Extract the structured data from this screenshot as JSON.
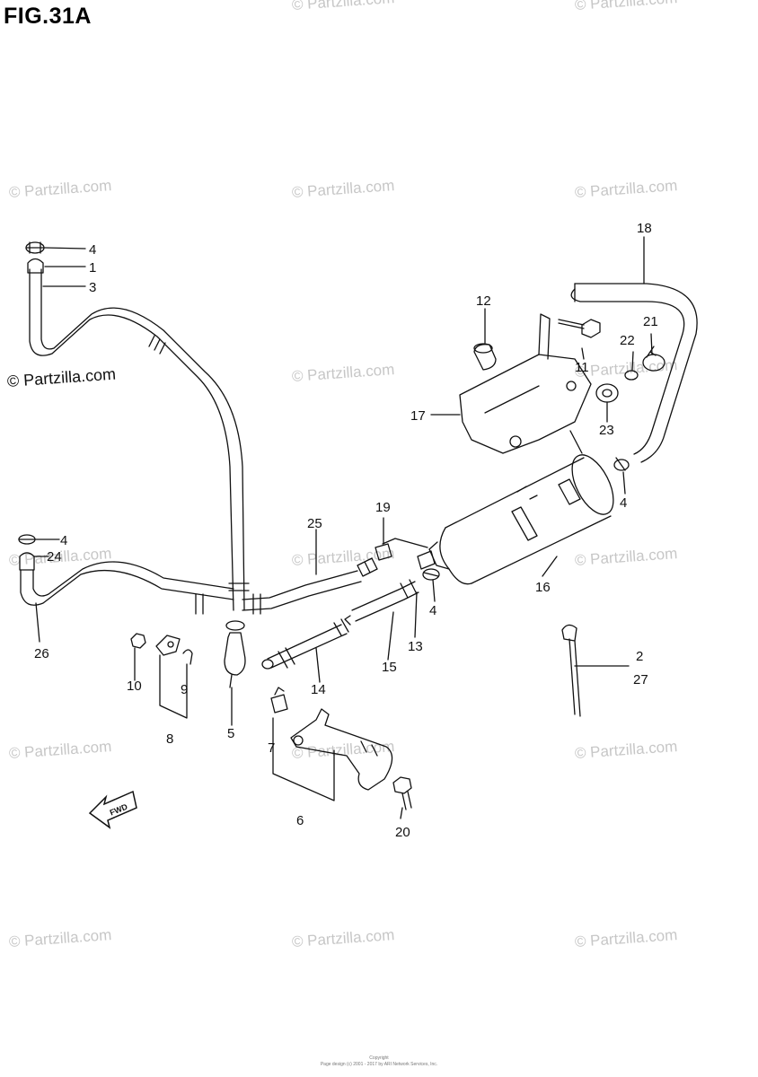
{
  "figure": {
    "title": "FIG.31A"
  },
  "watermark": {
    "text": "© Partzilla.com"
  },
  "callouts": [
    "1",
    "2",
    "3",
    "4",
    "5",
    "6",
    "7",
    "8",
    "9",
    "10",
    "11",
    "12",
    "13",
    "14",
    "15",
    "16",
    "17",
    "18",
    "19",
    "20",
    "21",
    "22",
    "23",
    "24",
    "25",
    "26",
    "27"
  ],
  "arrow": {
    "label": "FWD"
  },
  "footer": {
    "line1": "Copyright",
    "line2": "Page design (c) 2001 - 2017 by ARI Network Services, Inc."
  }
}
